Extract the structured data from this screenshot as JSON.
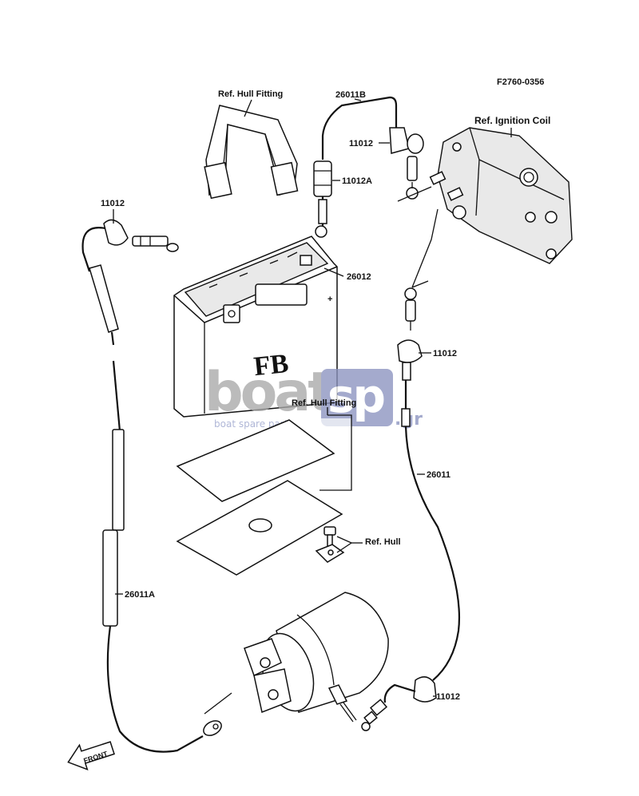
{
  "figure_code": "F2760-0356",
  "callouts": {
    "ref_hull_fitting_top": "Ref. Hull Fitting",
    "cable_26011B": "26011B",
    "ref_ignition_coil": "Ref. Ignition Coil",
    "cap_11012_upper_center": "11012",
    "plug_11012A": "11012A",
    "cap_11012_left": "11012",
    "battery_26012": "26012",
    "cap_11012_right": "11012",
    "ref_hull_fitting_mid": "Ref. Hull Fitting",
    "cable_26011": "26011",
    "ref_hull_bottom": "Ref. Hull",
    "cable_26011A": "26011A",
    "cap_11012_bottom": "11012"
  },
  "battery_mark": "FB",
  "front_arrow_label": "FRONT",
  "watermark": {
    "brand": "boatsp.gr",
    "tagline": "boat spare parts"
  }
}
